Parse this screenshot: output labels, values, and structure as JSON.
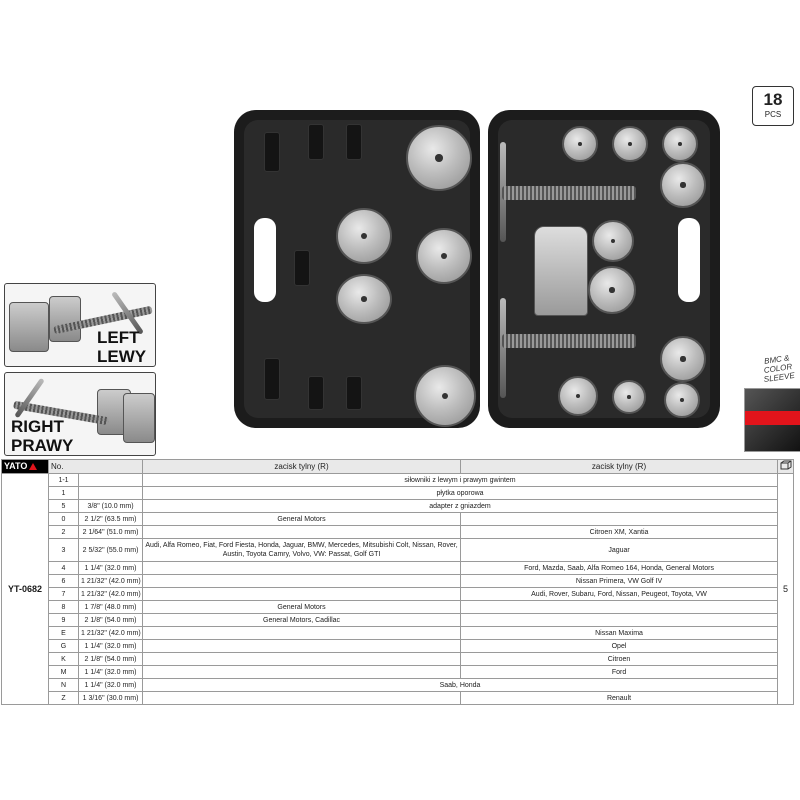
{
  "badge": {
    "count": "18",
    "unit": "PCS"
  },
  "tools": {
    "left": {
      "line1": "LEFT",
      "line2": "LEWY"
    },
    "right": {
      "line1": "RIGHT",
      "line2": "PRAWY"
    }
  },
  "sleeve": {
    "text": "BMC & COLOR SLEEVE"
  },
  "table": {
    "brand": "YATO",
    "headers": {
      "no": "No.",
      "left_col": "zacisk tylny (R)",
      "right_col": "zacisk tylny (R)"
    },
    "code": "YT-0682",
    "quantity": "5",
    "rows": [
      {
        "no": "1-1",
        "size": "",
        "span": "siłowniki z lewym i prawym gwintem"
      },
      {
        "no": "1",
        "size": "",
        "span": "płytka oporowa"
      },
      {
        "no": "5",
        "size": "3/8\" (10.0 mm)",
        "span": "adapter z gniazdem"
      },
      {
        "no": "0",
        "size": "2 1/2\" (63.5 mm)",
        "left": "General Motors",
        "right": ""
      },
      {
        "no": "2",
        "size": "2 1/64\" (51.0 mm)",
        "left": "",
        "right": "Citroen XM, Xantia"
      },
      {
        "no": "3",
        "size": "2 5/32\" (55.0 mm)",
        "left": "Audi, Alfa Romeo, Fiat, Ford Fiesta, Honda, Jaguar, BMW, Mercedes, Mitsubishi Colt, Nissan, Rover, Austin, Toyota Camry, Volvo, VW: Passat, Golf GTI",
        "right": "Jaguar"
      },
      {
        "no": "4",
        "size": "1 1/4\" (32.0 mm)",
        "left": "",
        "right": "Ford, Mazda, Saab, Alfa Romeo 164, Honda, General Motors"
      },
      {
        "no": "6",
        "size": "1 21/32\" (42.0 mm)",
        "left": "",
        "right": "Nissan Primera, VW Golf IV"
      },
      {
        "no": "7",
        "size": "1 21/32\" (42.0 mm)",
        "left": "",
        "right": "Audi, Rover, Subaru, Ford, Nissan, Peugeot, Toyota, VW"
      },
      {
        "no": "8",
        "size": "1 7/8\" (48.0 mm)",
        "left": "General Motors",
        "right": ""
      },
      {
        "no": "9",
        "size": "2 1/8\" (54.0 mm)",
        "left": "General Motors, Cadillac",
        "right": ""
      },
      {
        "no": "E",
        "size": "1 21/32\" (42.0 mm)",
        "left": "",
        "right": "Nissan Maxima"
      },
      {
        "no": "G",
        "size": "1 1/4\" (32.0 mm)",
        "left": "",
        "right": "Opel"
      },
      {
        "no": "K",
        "size": "2 1/8\" (54.0 mm)",
        "left": "",
        "right": "Citroen"
      },
      {
        "no": "M",
        "size": "1 1/4\" (32.0 mm)",
        "left": "",
        "right": "Ford"
      },
      {
        "no": "N",
        "size": "1 1/4\" (32.0 mm)",
        "span": "Saab, Honda"
      },
      {
        "no": "Z",
        "size": "1 3/16\" (30.0 mm)",
        "left": "",
        "right": "Renault"
      }
    ]
  }
}
